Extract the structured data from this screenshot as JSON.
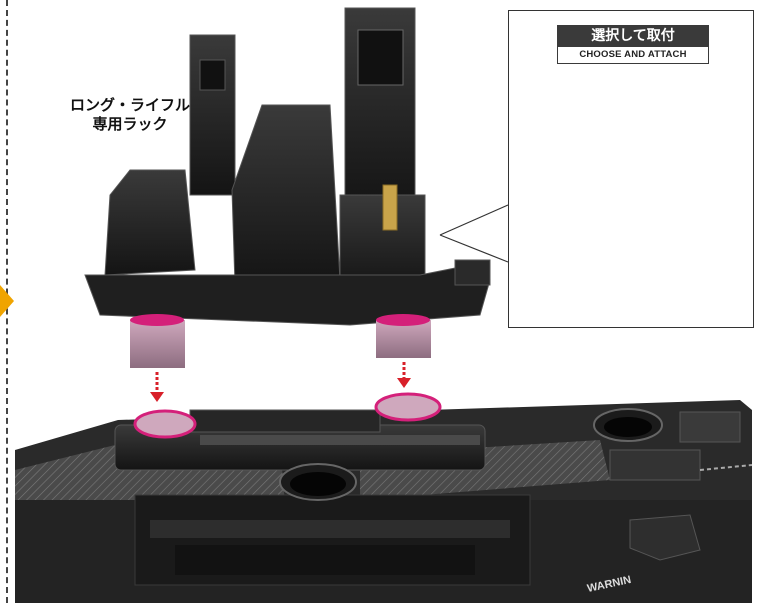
{
  "rack_label": {
    "line1": "ロング・ライフル",
    "line2": "専用ラック"
  },
  "inset": {
    "title_jp": "選択して取付",
    "title_en": "CHOOSE AND ATTACH"
  },
  "base_print": {
    "warning": "WARNIN"
  },
  "colors": {
    "accent_magenta": "#d4207a",
    "arrow_red": "#d8202a",
    "orange_marker": "#f0a400",
    "toy_black": "#1f1f1f"
  }
}
